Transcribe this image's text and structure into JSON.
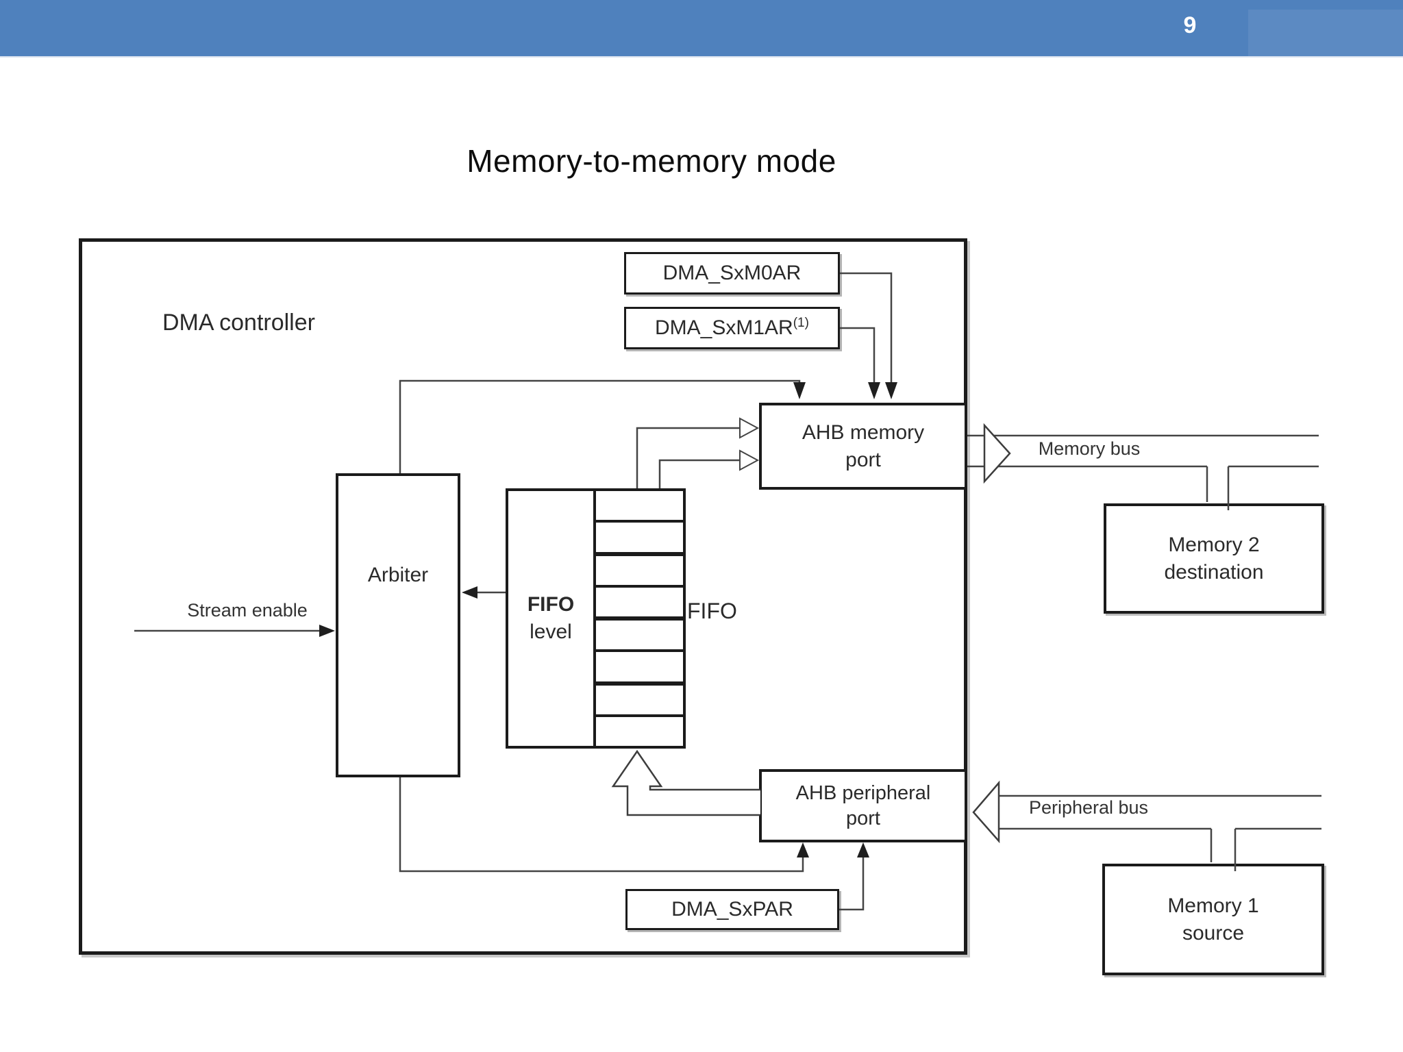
{
  "slide": {
    "page_number": "9",
    "title": "Memory-to-memory mode",
    "header_color": "#4f81bd"
  },
  "diagram": {
    "controller": {
      "label": "DMA controller"
    },
    "registers": {
      "m0ar": {
        "label": "DMA_SxM0AR"
      },
      "m1ar": {
        "label": "DMA_SxM1AR",
        "superscript": "(1)"
      },
      "par": {
        "label": "DMA_SxPAR"
      }
    },
    "blocks": {
      "ahb_memory_port": {
        "line1": "AHB memory",
        "line2": "port"
      },
      "arbiter": {
        "label": "Arbiter"
      },
      "fifo_level": {
        "line1": "FIFO",
        "line2": "level"
      },
      "fifo": {
        "label": "FIFO",
        "slots": 8
      },
      "ahb_peripheral_port": {
        "line1": "AHB peripheral",
        "line2": "port"
      },
      "memory2": {
        "line1": "Memory 2",
        "line2": "destination"
      },
      "memory1": {
        "line1": "Memory 1",
        "line2": "source"
      }
    },
    "annotations": {
      "stream_enable": "Stream enable",
      "memory_bus": "Memory bus",
      "peripheral_bus": "Peripheral bus"
    }
  }
}
